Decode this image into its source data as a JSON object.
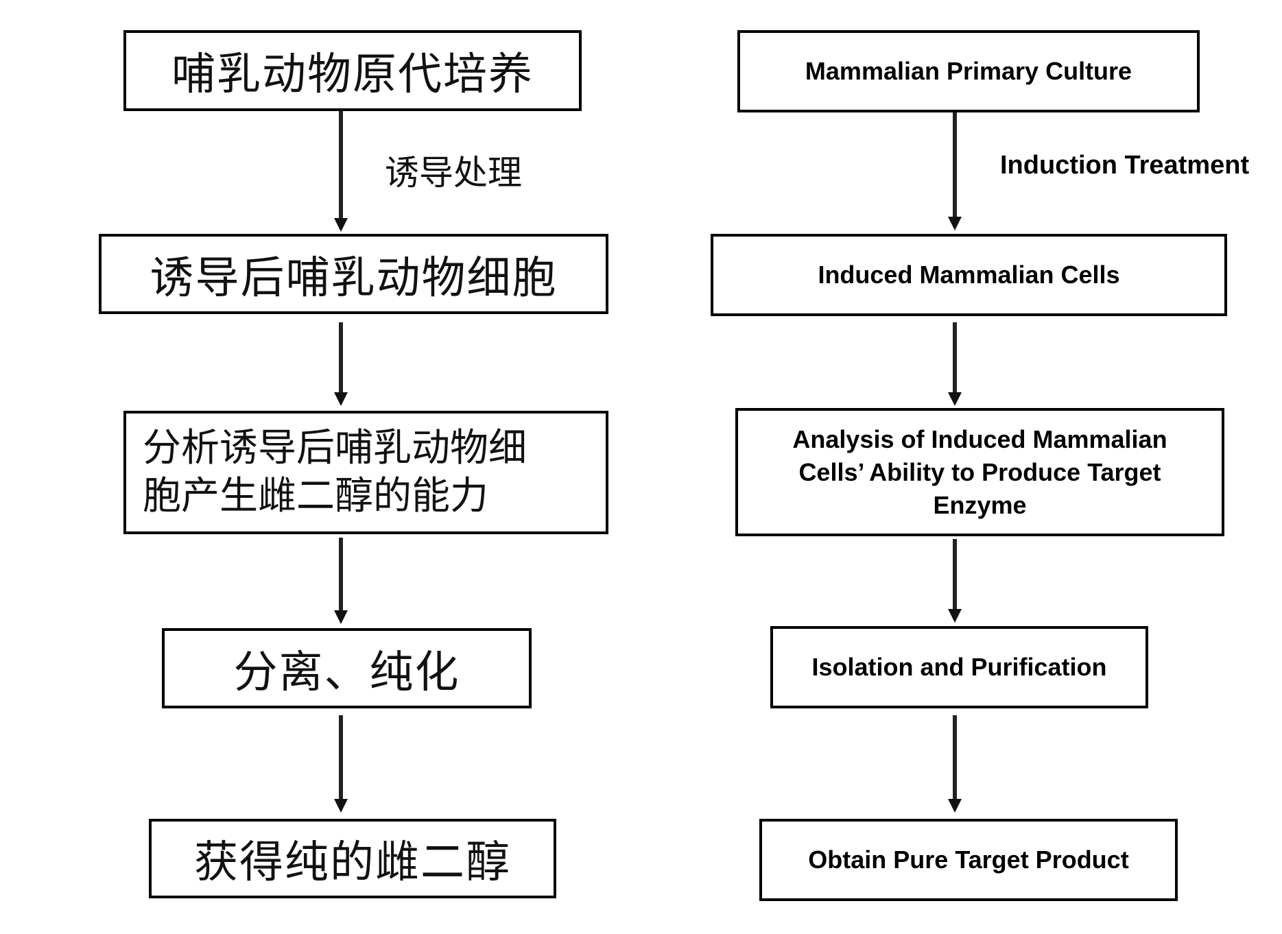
{
  "left_flow": {
    "steps": [
      "哺乳动物原代培养",
      "诱导后哺乳动物细胞",
      "分析诱导后哺乳动物细胞产生雌二醇的能力",
      "分离、纯化",
      "获得纯的雌二醇"
    ],
    "step3_lines": [
      "分析诱导后哺乳动物细",
      "胞产生雌二醇的能力"
    ],
    "edge_label": "诱导处理"
  },
  "right_flow": {
    "steps": [
      "Mammalian Primary Culture",
      "Induced Mammalian Cells",
      "Analysis of Induced Mammalian Cells’ Ability to Produce Target Enzyme",
      "Isolation and Purification",
      "Obtain Pure Target Product"
    ],
    "step3_lines": [
      "Analysis of Induced Mammalian",
      "Cells’ Ability to Produce Target",
      "Enzyme"
    ],
    "edge_label": "Induction Treatment"
  }
}
